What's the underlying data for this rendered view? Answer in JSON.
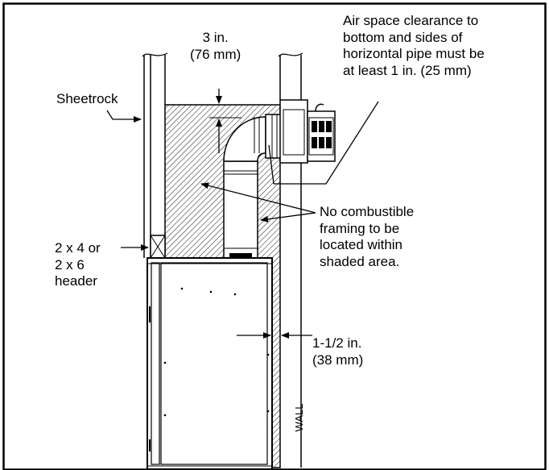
{
  "labels": {
    "dimension_3in": [
      "3 in.",
      "(76 mm)"
    ],
    "air_space_note": [
      "Air space clearance to",
      "bottom and sides of",
      "horizontal pipe must be",
      "at least 1 in. (25 mm)"
    ],
    "sheetrock": "Sheetrock",
    "header": [
      "2 x 4 or",
      "2 x 6",
      "header"
    ],
    "no_combustible_note": [
      "No combustible",
      "framing to be",
      "located within",
      "shaded area."
    ],
    "dimension_1_5in": [
      "1-1/2 in.",
      "(38 mm)"
    ],
    "wall": "WALL"
  },
  "colors": {
    "line": "#000000",
    "background": "#ffffff",
    "hatch": "#000000"
  }
}
